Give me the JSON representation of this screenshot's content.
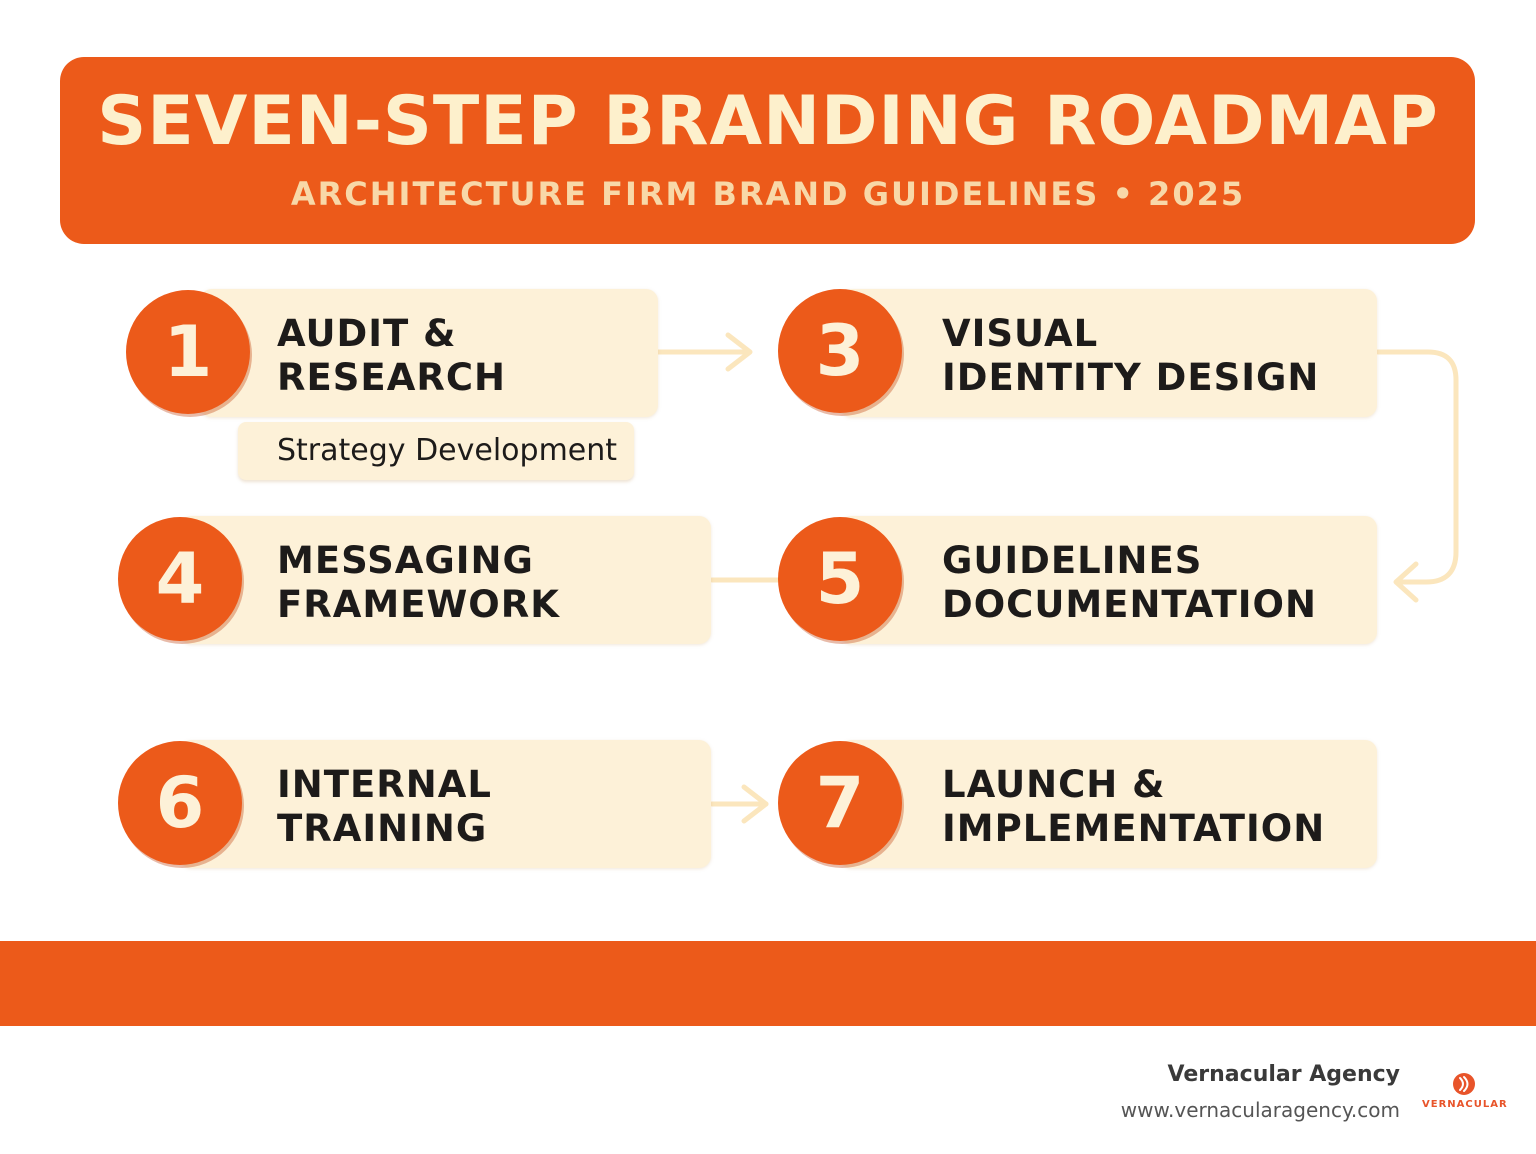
{
  "header": {
    "title": "SEVEN-STEP BRANDING ROADMAP",
    "subtitle": "ARCHITECTURE FIRM BRAND GUIDELINES • 2025"
  },
  "steps": [
    {
      "number": "1",
      "lines": [
        "AUDIT &",
        "RESEARCH"
      ]
    },
    {
      "number": "3",
      "lines": [
        "VISUAL",
        "IDENTITY DESIGN"
      ]
    },
    {
      "number": "4",
      "lines": [
        "MESSAGING",
        "FRAMEWORK"
      ]
    },
    {
      "number": "5",
      "lines": [
        "GUIDELINES",
        "DOCUMENTATION"
      ]
    },
    {
      "number": "6",
      "lines": [
        "INTERNAL",
        "TRAINING"
      ]
    },
    {
      "number": "7",
      "lines": [
        "LAUNCH &",
        "IMPLEMENTATION"
      ]
    }
  ],
  "sub_step": "Strategy Development",
  "footer": {
    "agency_name": "Vernacular Agency",
    "url": "www.vernacularagency.com",
    "logo_text": "VERNACULAR"
  },
  "colors": {
    "accent": "#ec5a1a",
    "card": "#fdf1d8",
    "connector": "#fbe6bd",
    "text": "#1d1b1a"
  }
}
